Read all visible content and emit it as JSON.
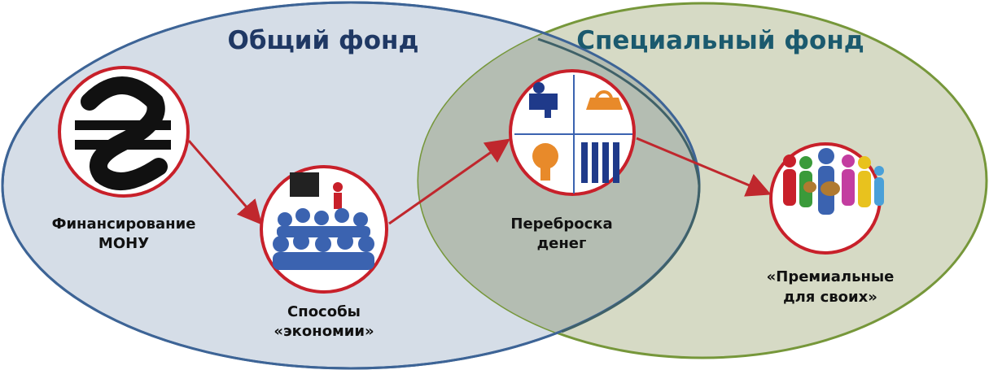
{
  "sets": {
    "general": {
      "title": "Общий фонд",
      "color": "#1f3864"
    },
    "special": {
      "title": "Специальный фонд",
      "color": "#1b5a6e"
    }
  },
  "nodes": [
    {
      "icon": "hryvnia-icon",
      "lines": [
        "Финансирование",
        "МОНУ"
      ]
    },
    {
      "icon": "audience-icon",
      "lines": [
        "Способы",
        "«экономии»"
      ]
    },
    {
      "icon": "utilities-icon",
      "lines": [
        "Переброска",
        "денег"
      ]
    },
    {
      "icon": "people-money-icon",
      "lines": [
        "«Премиальные",
        "для своих»"
      ]
    }
  ],
  "arrow_color": "#c0272d"
}
